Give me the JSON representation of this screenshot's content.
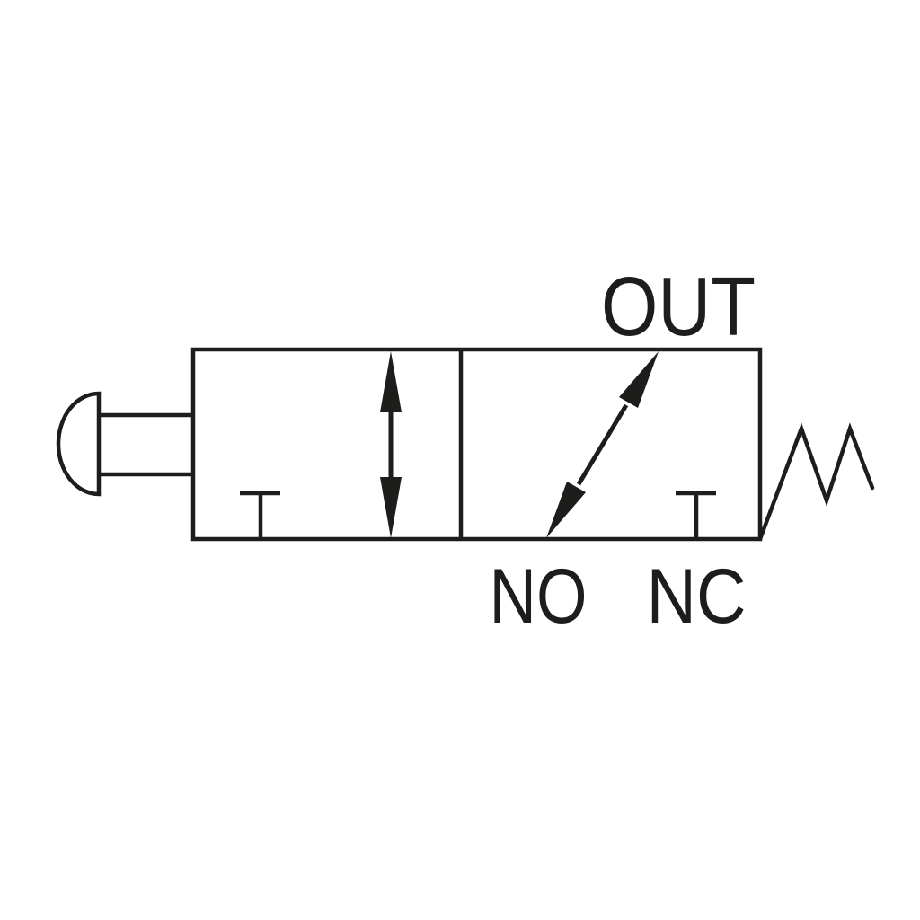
{
  "diagram": {
    "labels": {
      "out": "OUT",
      "no": "NO",
      "nc": "NC"
    },
    "colors": {
      "line": "#1d1d1b",
      "background": "#ffffff"
    },
    "icons": [
      "push-button-icon",
      "spring-return-icon",
      "flow-arrow-vertical-icon",
      "flow-arrow-diagonal-icon",
      "blocked-port-icon"
    ]
  }
}
